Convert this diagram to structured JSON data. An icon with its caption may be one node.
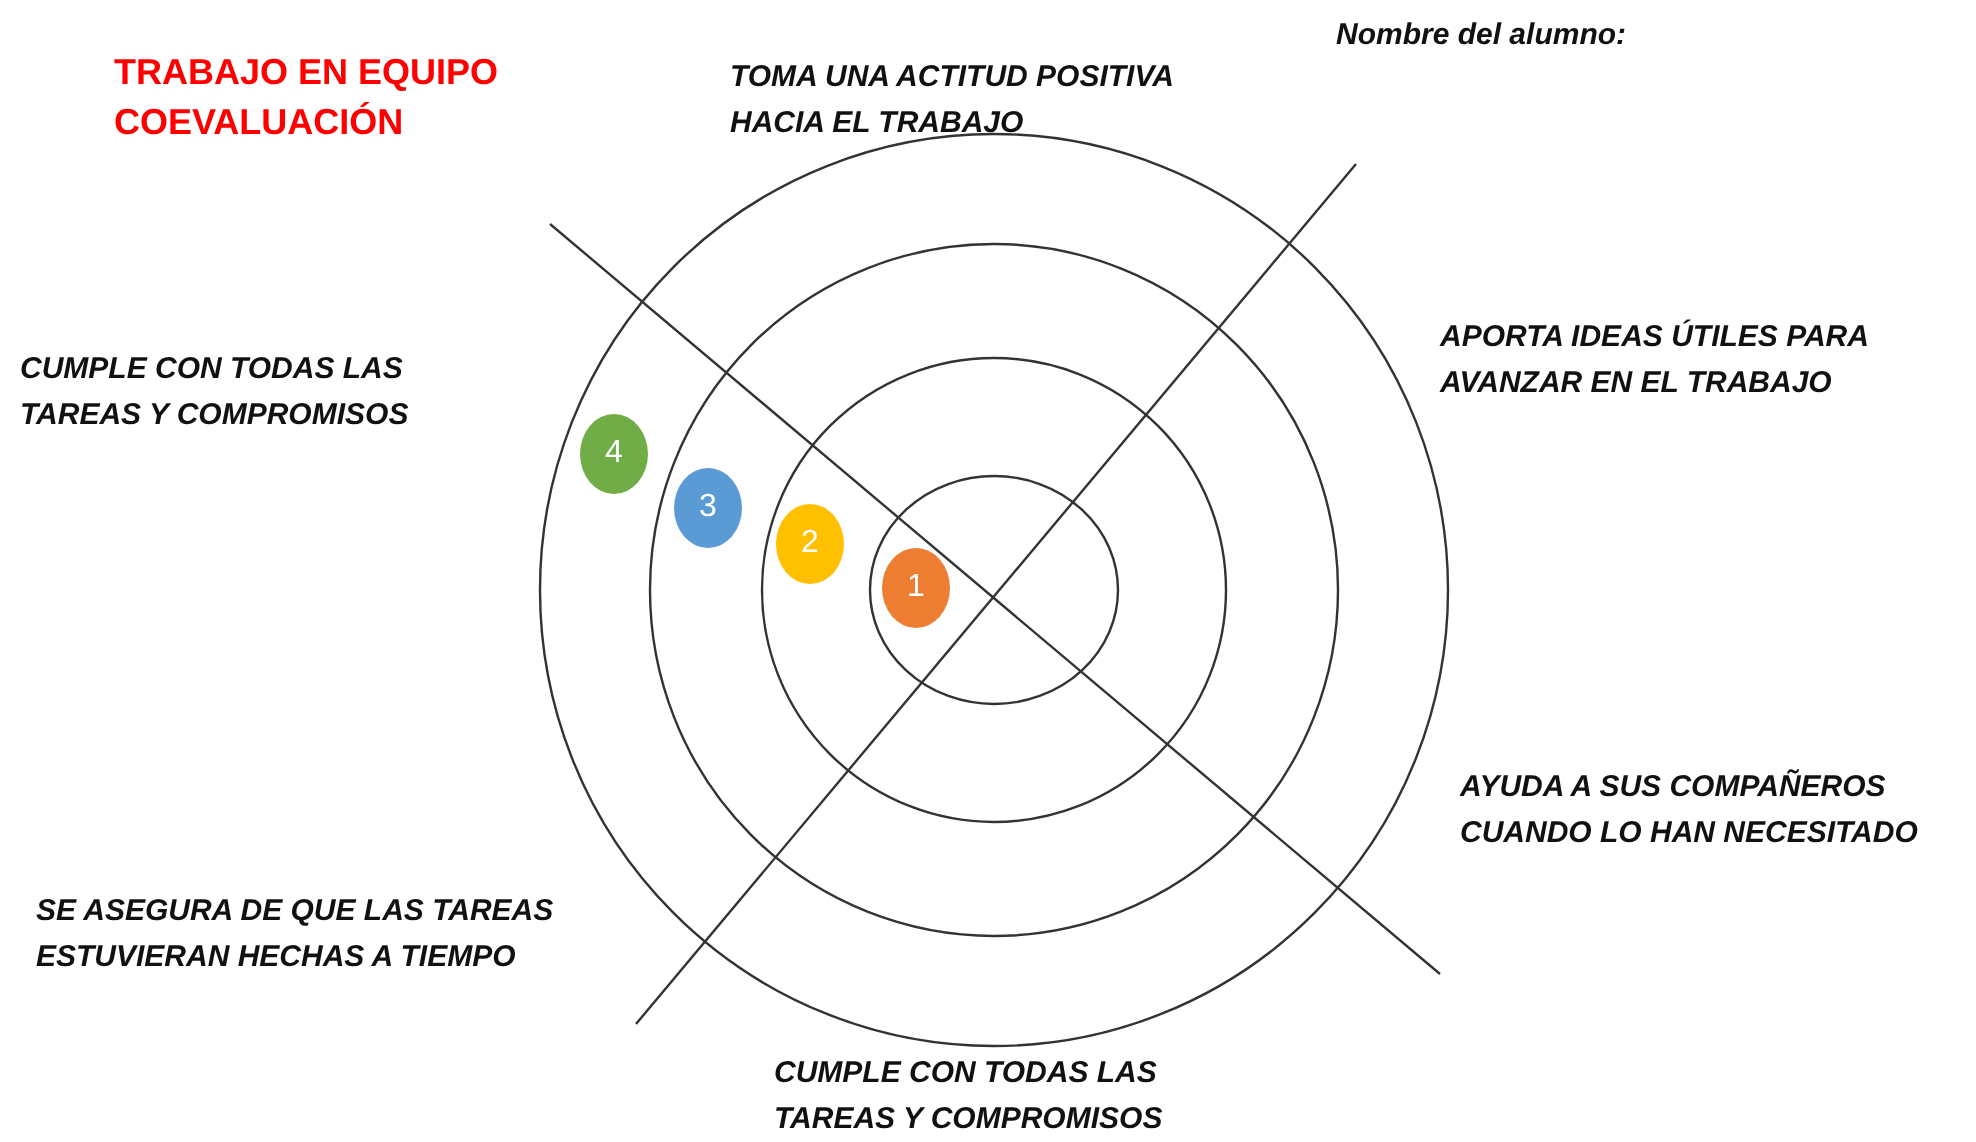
{
  "diagram": {
    "title": "TRABAJO EN EQUIPO COEVALUACIÓN",
    "nodes": [
      {
        "text": [
          "4"
        ]
      },
      {
        "text": [
          "3"
        ]
      },
      {
        "text": [
          "2"
        ]
      },
      {
        "text": [
          "1"
        ]
      }
    ],
    "labels": [
      "Nombre del alumno:",
      "TOMA UNA ACTITUD POSITIVA HACIA EL TRABAJO",
      "CUMPLE CON TODAS LAS TAREAS Y COMPROMISOS",
      "APORTA IDEAS ÚTILES PARA AVANZAR EN EL TRABAJO",
      "AYUDA A SUS COMPAÑEROS CUANDO LO HAN NECESITADO",
      "SE ASEGURA DE QUE LAS TAREAS ESTUVIERAN HECHAS A TIEMPO",
      "CUMPLE CON TODAS LAS TAREAS Y COMPROMISOS"
    ]
  }
}
